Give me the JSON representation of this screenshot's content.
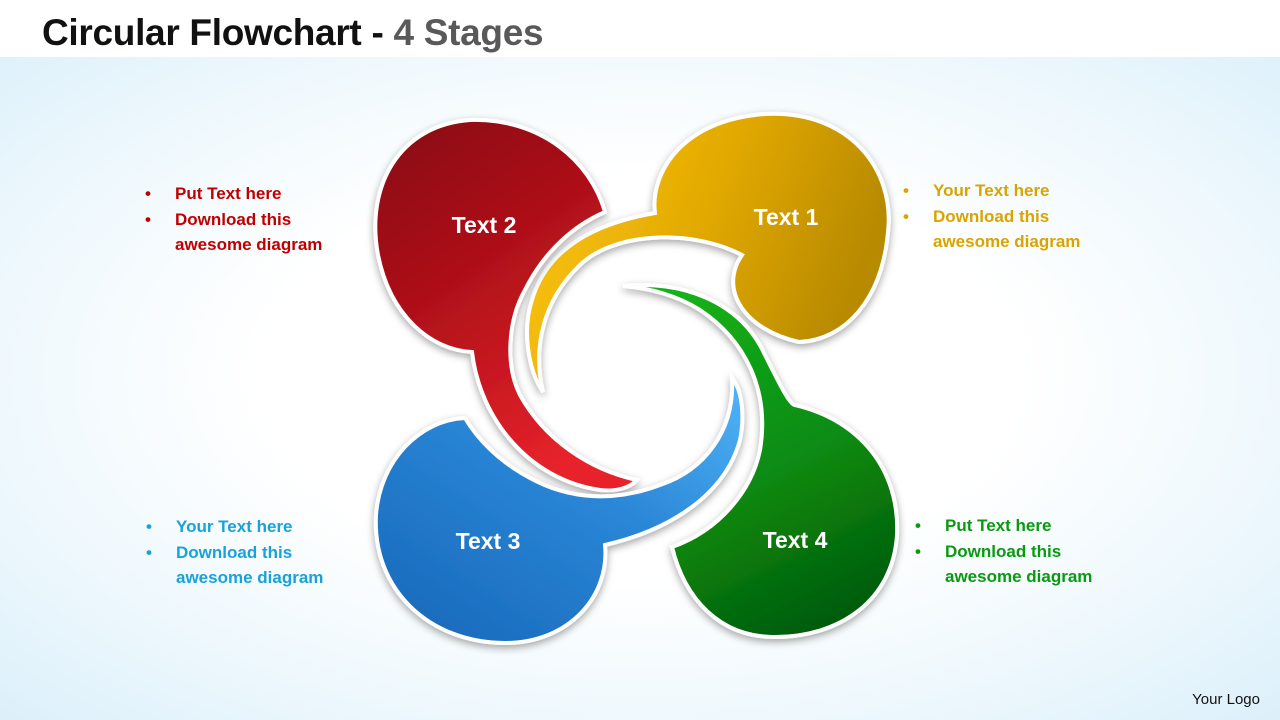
{
  "title": {
    "main": "Circular Flowchart",
    "dash": "-",
    "sub": "4 Stages"
  },
  "stages": [
    {
      "label": "Text 1",
      "color": "#e0aa00"
    },
    {
      "label": "Text 2",
      "color": "#b5121b"
    },
    {
      "label": "Text 3",
      "color": "#2a8ad8"
    },
    {
      "label": "Text 4",
      "color": "#0f8f12"
    }
  ],
  "notes": {
    "red": [
      "Put Text here",
      "Download  this awesome diagram"
    ],
    "gold": [
      "Your Text here",
      "Download  this awesome diagram"
    ],
    "blue": [
      "Your Text here",
      "Download  this awesome diagram"
    ],
    "green": [
      "Put Text here",
      "Download  this awesome diagram"
    ]
  },
  "footer": {
    "logo": "Your Logo"
  }
}
